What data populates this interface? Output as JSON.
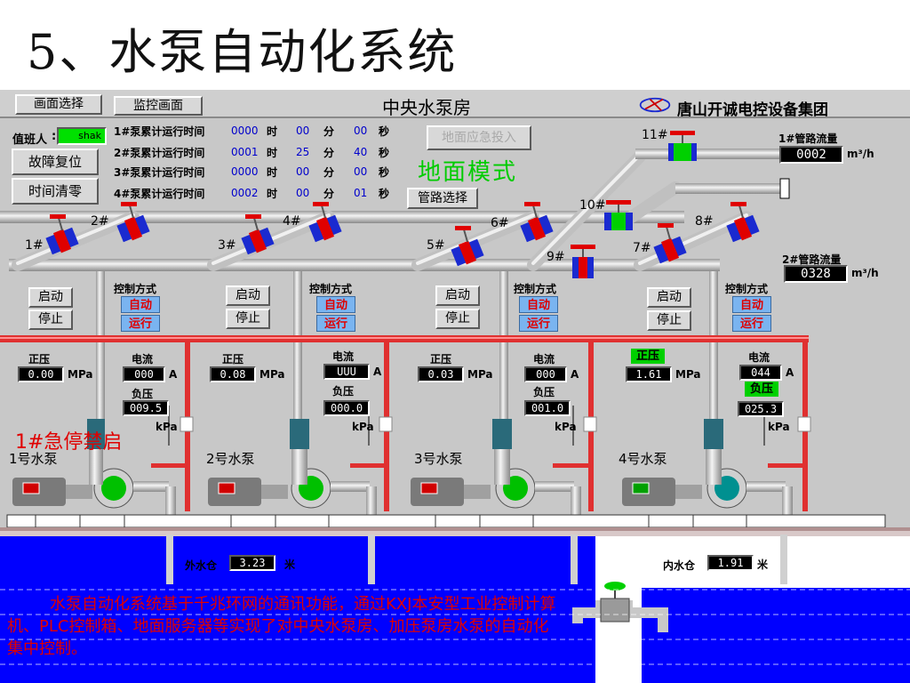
{
  "slide_title": "5、水泵自动化系统",
  "toolbar": {
    "screen_select": "画面选择",
    "monitor_screen": "监控画面",
    "room_title": "中央水泵房",
    "company": "唐山开诚电控设备集团"
  },
  "operator": {
    "label": "值班人",
    "value": "shak"
  },
  "left_buttons": {
    "fault_reset": "故障复位",
    "time_clear": "时间清零"
  },
  "runtime": {
    "unit_hour": "时",
    "unit_min": "分",
    "unit_sec": "秒",
    "rows": [
      {
        "label": "1#泵累计运行时间",
        "h": "0000",
        "m": "00",
        "s": "00"
      },
      {
        "label": "2#泵累计运行时间",
        "h": "0001",
        "m": "25",
        "s": "40"
      },
      {
        "label": "3#泵累计运行时间",
        "h": "0000",
        "m": "00",
        "s": "00"
      },
      {
        "label": "4#泵累计运行时间",
        "h": "0002",
        "m": "00",
        "s": "01"
      }
    ]
  },
  "emergency_button": "地面应急投入",
  "mode_text": "地面模式",
  "pipe_select": "管路选择",
  "flow": {
    "pipe1": {
      "label": "1#管路流量",
      "value": "0002",
      "unit": "m³/h"
    },
    "pipe2": {
      "label": "2#管路流量",
      "value": "0328",
      "unit": "m³/h"
    }
  },
  "valves": [
    "1#",
    "2#",
    "3#",
    "4#",
    "5#",
    "6#",
    "7#",
    "8#",
    "9#",
    "10#",
    "11#"
  ],
  "pumps": [
    {
      "name": "1号水泵",
      "start": "启动",
      "stop": "停止",
      "ctrl_label": "控制方式",
      "auto": "自动",
      "run": "运行",
      "pos_label": "正压",
      "pos_value": "0.00",
      "pos_unit": "MPa",
      "cur_label": "电流",
      "cur_value": "000",
      "cur_unit": "A",
      "neg_label": "负压",
      "neg_value": "009.5",
      "neg_unit": "kPa"
    },
    {
      "name": "2号水泵",
      "start": "启动",
      "stop": "停止",
      "ctrl_label": "控制方式",
      "auto": "自动",
      "run": "运行",
      "pos_label": "正压",
      "pos_value": "0.08",
      "pos_unit": "MPa",
      "cur_label": "电流",
      "cur_value": "UUU",
      "cur_unit": "A",
      "neg_label": "负压",
      "neg_value": "000.0",
      "neg_unit": "kPa"
    },
    {
      "name": "3号水泵",
      "start": "启动",
      "stop": "停止",
      "ctrl_label": "控制方式",
      "auto": "自动",
      "run": "运行",
      "pos_label": "正压",
      "pos_value": "0.03",
      "pos_unit": "MPa",
      "cur_label": "电流",
      "cur_value": "000",
      "cur_unit": "A",
      "neg_label": "负压",
      "neg_value": "001.0",
      "neg_unit": "kPa"
    },
    {
      "name": "4号水泵",
      "start": "启动",
      "stop": "停止",
      "ctrl_label": "控制方式",
      "auto": "自动",
      "run": "运行",
      "pos_label": "正压",
      "pos_value": "1.61",
      "pos_unit": "MPa",
      "cur_label": "电流",
      "cur_value": "044",
      "cur_unit": "A",
      "neg_label": "负压",
      "neg_value": "025.3",
      "neg_unit": "kPa"
    }
  ],
  "emergency_stop": "1#急停禁启",
  "outer_tank": {
    "label": "外水仓",
    "value": "3.23",
    "unit": "米"
  },
  "inner_tank": {
    "label": "内水仓",
    "value": "1.91",
    "unit": "米"
  },
  "description": "水泵自动化系统基于千兆环网的通讯功能，通过KXJ本安型工业控制计算机、PLC控制箱、地面服务器等实现了对中央水泵房、加压泵房水泵的自动化集中控制。",
  "colors": {
    "pipe": "#cfcfcf",
    "pipe_red": "#e03030",
    "valve_red": "#e00000",
    "valve_blue": "#1a2ad0",
    "valve_green": "#00d000",
    "water": "#0000ff",
    "hmi_bg": "#c8c8c8"
  }
}
